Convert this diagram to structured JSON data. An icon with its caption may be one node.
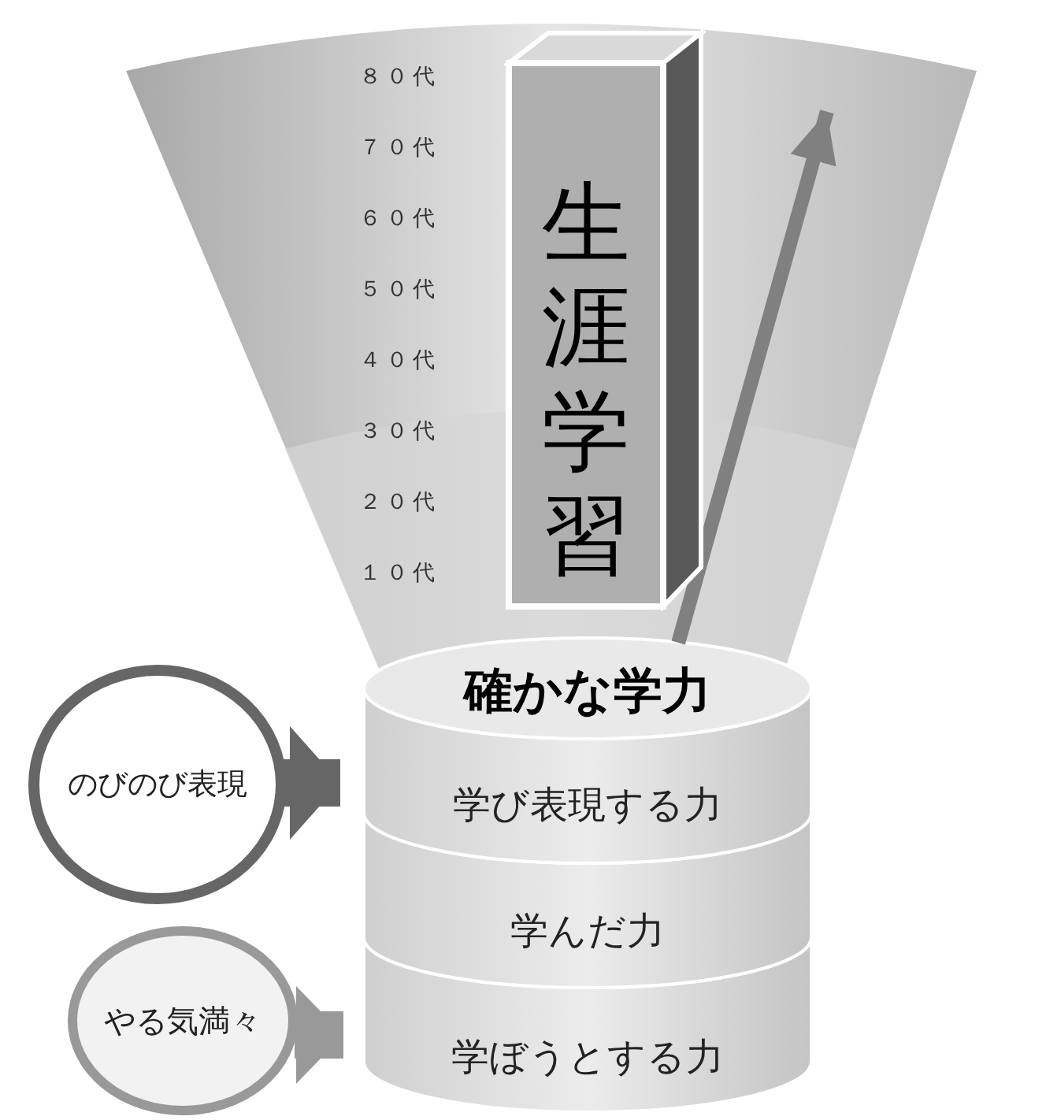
{
  "diagram": {
    "nodes": [
      {
        "text": [
          "生涯学習"
        ]
      },
      {
        "text": [
          "確かな学力"
        ]
      },
      {
        "text": [
          "学び表現する力"
        ]
      },
      {
        "text": [
          "学んだ力"
        ]
      },
      {
        "text": [
          "学ぼうとする力"
        ]
      },
      {
        "text": [
          "のびのび表現"
        ]
      },
      {
        "text": [
          "やる気満々"
        ]
      }
    ],
    "edges": [
      {
        "from": 5,
        "to": 2,
        "arrow": "to",
        "color": "#666666"
      },
      {
        "from": 6,
        "to": 4,
        "arrow": "to",
        "color": "#999999"
      },
      {
        "from": 1,
        "to": null,
        "arrow": "to",
        "color": "#808080"
      }
    ],
    "labels": [
      "８０代",
      "７０代",
      "６０代",
      "５０代",
      "４０代",
      "３０代",
      "２０代",
      "１０代"
    ]
  }
}
